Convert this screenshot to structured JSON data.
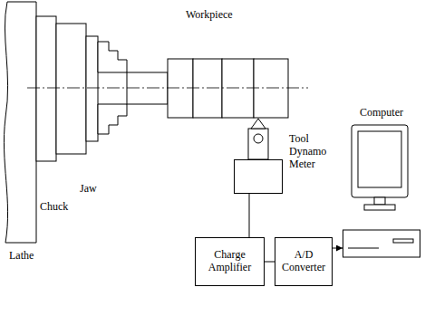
{
  "diagram": {
    "nodes": [
      {
        "text": [
          "Tool Dynamo Meter"
        ]
      },
      {
        "text": [
          "Charge Amplifier"
        ]
      },
      {
        "text": [
          "A/D Converter"
        ]
      },
      {
        "text": [
          "Computer"
        ]
      }
    ],
    "edges": [
      {
        "from": 0,
        "to": 1,
        "arrow": "none"
      },
      {
        "from": 1,
        "to": 2,
        "arrow": "none"
      },
      {
        "from": 2,
        "to": 3,
        "arrow": "to"
      }
    ],
    "labels": [
      "Workpiece",
      "Lathe",
      "Chuck",
      "Jaw"
    ]
  }
}
